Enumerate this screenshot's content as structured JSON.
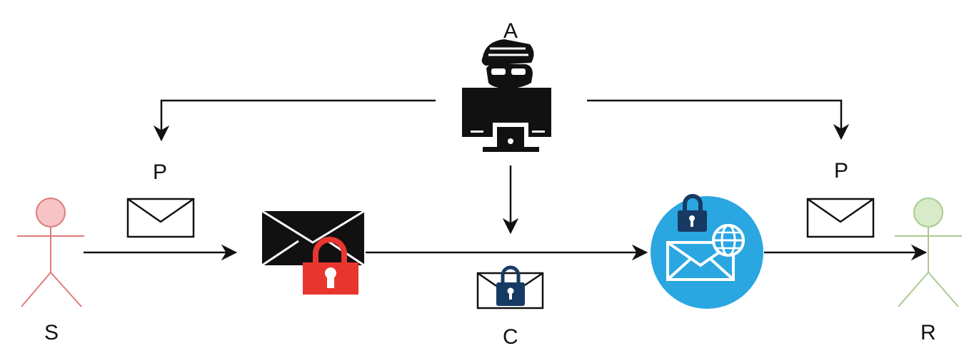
{
  "labels": {
    "attacker": "A",
    "sender": "S",
    "receiver": "R",
    "plaintext_left": "P",
    "plaintext_right": "P",
    "ciphertext": "C"
  },
  "icons": {
    "sender": "stick-figure-icon",
    "receiver": "stick-figure-icon",
    "attacker": "hacker-at-computer-icon",
    "plaintext_left": "envelope-icon",
    "plaintext_right": "envelope-icon",
    "encrypt": "envelope-with-padlock-icon",
    "ciphertext": "locked-envelope-icon",
    "decrypt": "secure-mail-globe-icon"
  },
  "colors": {
    "sender": "#e07a7a",
    "sender_fill": "#f6c4c4",
    "receiver": "#a9c98e",
    "receiver_fill": "#d8ebc9",
    "padlock_red": "#e8362f",
    "padlock_navy": "#173a63",
    "mail_circle": "#2aa6e0",
    "ink": "#111111"
  }
}
